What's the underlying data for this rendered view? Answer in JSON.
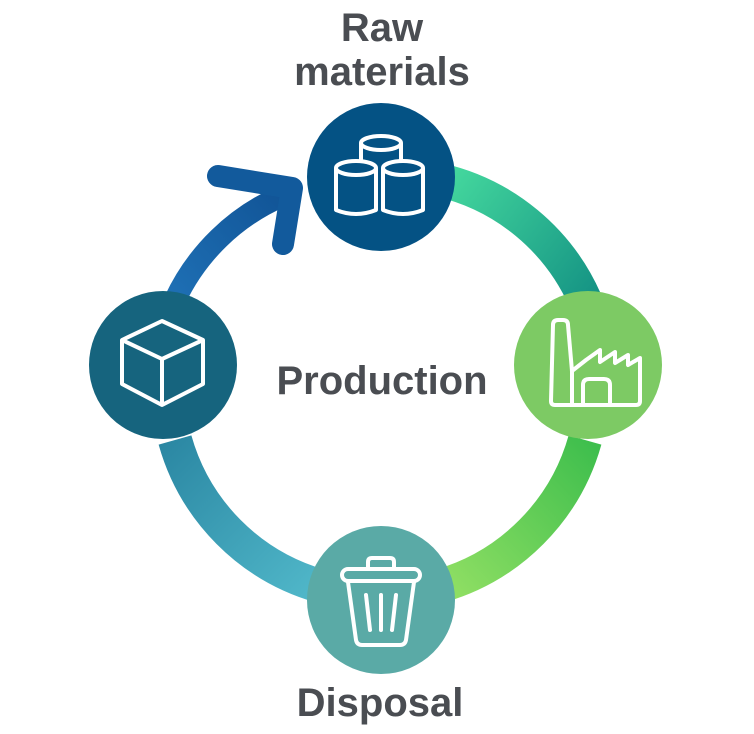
{
  "title": "Production",
  "stages": [
    {
      "id": "raw-materials",
      "label": "Raw materials",
      "label_lines": [
        "Raw",
        "materials"
      ],
      "icon": "cylinders-icon",
      "color": "#045284"
    },
    {
      "id": "production",
      "label": "",
      "icon": "factory-icon",
      "color": "#7dca64"
    },
    {
      "id": "disposal",
      "label": "Disposal",
      "icon": "trash-can-icon",
      "color": "#5aaaa6"
    },
    {
      "id": "product",
      "label": "",
      "icon": "box-icon",
      "color": "#16647e"
    }
  ],
  "arcs": [
    {
      "from": "raw-materials",
      "to": "production",
      "colors": [
        "#45d99e",
        "#139183"
      ]
    },
    {
      "from": "production",
      "to": "disposal",
      "colors": [
        "#3bbd4c",
        "#92e064"
      ]
    },
    {
      "from": "disposal",
      "to": "product",
      "colors": [
        "#4fb6c8",
        "#2a86a2"
      ]
    },
    {
      "from": "product",
      "to": "raw-materials",
      "colors": [
        "#1e6fb4",
        "#0f5092"
      ],
      "arrow": true
    }
  ],
  "text_color": "#4a4d52"
}
